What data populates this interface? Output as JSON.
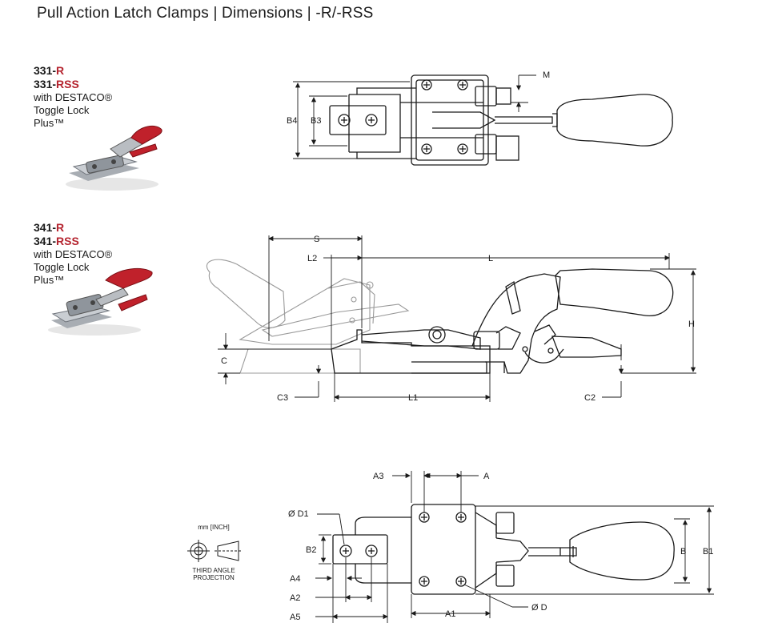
{
  "title": "Pull Action Latch Clamps | Dimensions | -R/-RSS",
  "models": [
    {
      "line1_num": "331-",
      "line1_suffix": "R",
      "line2_num": "331-",
      "line2_suffix": "RSS",
      "desc1": "with DESTACO®",
      "desc2": "Toggle Lock",
      "desc3": "Plus™"
    },
    {
      "line1_num": "341-",
      "line1_suffix": "R",
      "line2_num": "341-",
      "line2_suffix": "RSS",
      "desc1": "with DESTACO®",
      "desc2": "Toggle Lock",
      "desc3": "Plus™"
    }
  ],
  "dims": {
    "m": "M",
    "b4": "B4",
    "b3": "B3",
    "s": "S",
    "l2": "L2",
    "l": "L",
    "h": "H",
    "c": "C",
    "c3": "C3",
    "l1": "L1",
    "c2": "C2",
    "a3": "A3",
    "a": "A",
    "d1": "Ø D1",
    "b2": "B2",
    "b": "B",
    "b1": "B1",
    "a4": "A4",
    "a2": "A2",
    "a5": "A5",
    "a1": "A1",
    "d": "Ø D"
  },
  "projection": {
    "units": "mm [INCH]",
    "label1": "THIRD ANGLE",
    "label2": "PROJECTION"
  },
  "colors": {
    "accent": "#b5242f",
    "line": "#1a1a1a",
    "ghost": "#9a9a9a",
    "handle_red": "#c0212b",
    "metal": "#8f959c"
  }
}
